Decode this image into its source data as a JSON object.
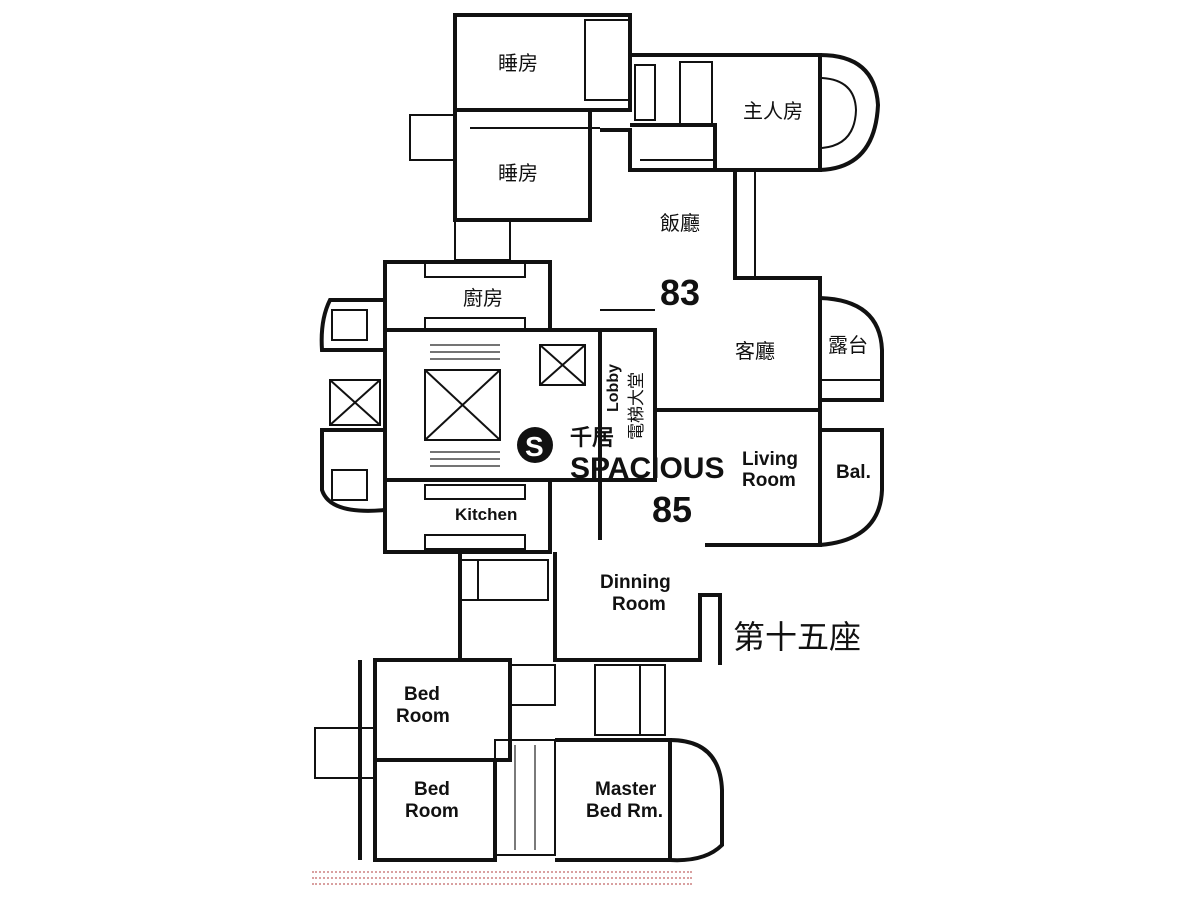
{
  "units": {
    "flat_83": {
      "number": "83",
      "rooms": [
        "睡房",
        "睡房",
        "主人房",
        "飯廳",
        "廚房",
        "客廳",
        "露台"
      ]
    },
    "flat_85": {
      "number": "85",
      "rooms": [
        "Bed Room",
        "Bed Room",
        "Master Bed Rm.",
        "Dinning Room",
        "Kitchen",
        "Living Room",
        "Bal."
      ]
    }
  },
  "labels": {
    "bedroom_zh_1": "睡房",
    "bedroom_zh_2": "睡房",
    "master_zh": "主人房",
    "dining_zh": "飯廳",
    "kitchen_zh": "廚房",
    "living_zh": "客廳",
    "balcony_zh": "露台",
    "lobby_en": "Lobby",
    "lobby_zh": "電梯大堂",
    "living_en_1": "Living",
    "living_en_2": "Room",
    "balcony_en": "Bal.",
    "kitchen_en": "Kitchen",
    "dining_en_1": "Dinning",
    "dining_en_2": "Room",
    "bed1_en_1": "Bed",
    "bed1_en_2": "Room",
    "bed2_en_1": "Bed",
    "bed2_en_2": "Room",
    "master_en_1": "Master",
    "master_en_2": "Bed Rm."
  },
  "block_label": "第十五座",
  "logo": {
    "mark": "S",
    "chinese": "千居",
    "english": "SPACIOUS"
  }
}
